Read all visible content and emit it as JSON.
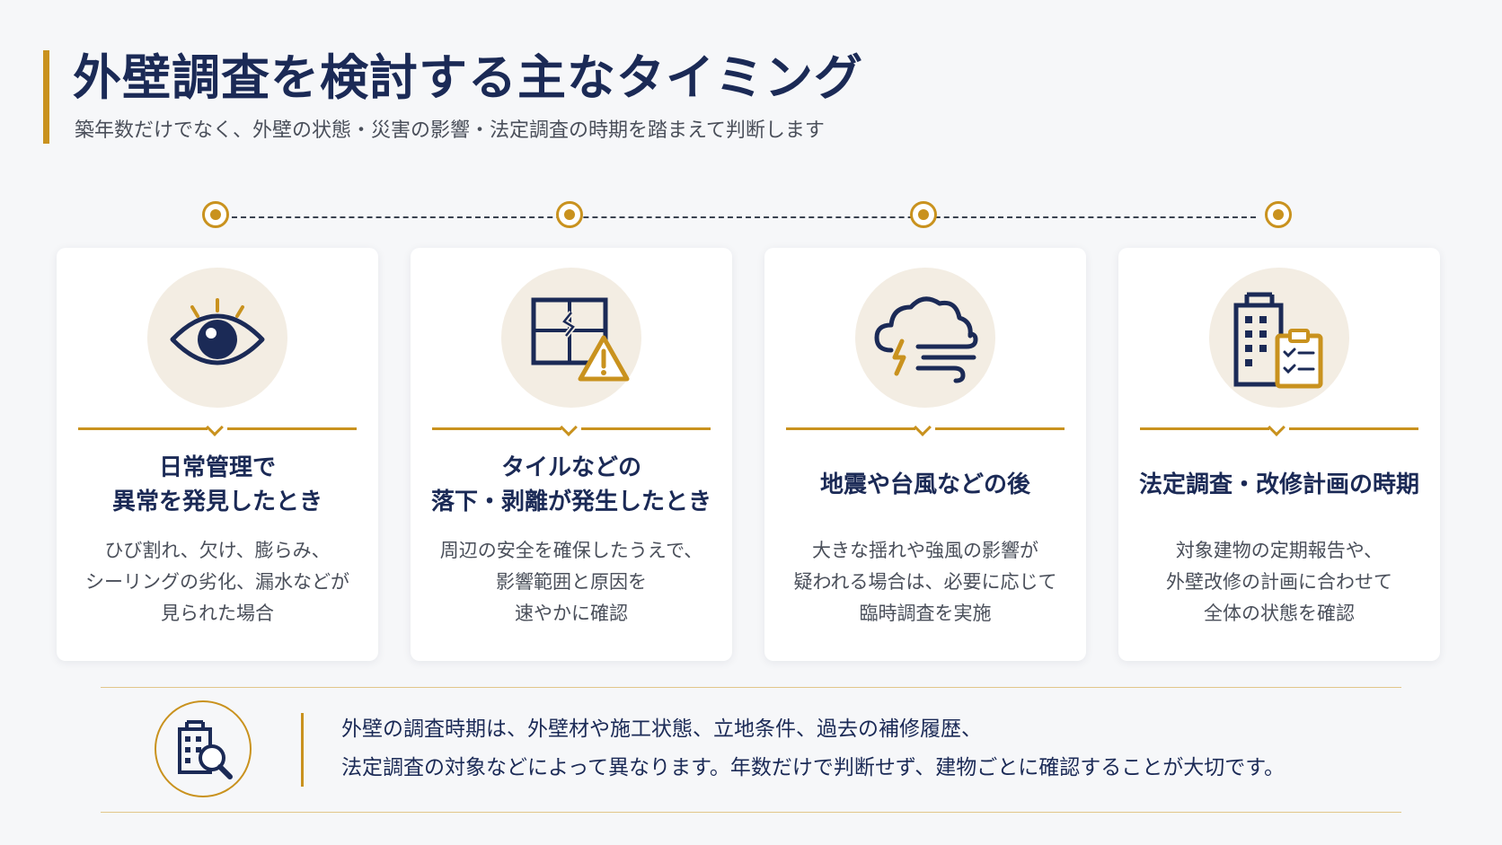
{
  "header": {
    "title": "外壁調査を検討する主なタイミング",
    "subtitle": "築年数だけでなく、外壁の状態・災害の影響・法定調査の時期を踏まえて判断します"
  },
  "cards": [
    {
      "icon": "eye-icon",
      "title_lines": [
        "日常管理で",
        "異常を発見したとき"
      ],
      "desc_lines": [
        "ひび割れ、欠け、膨らみ、",
        "シーリングの劣化、漏水などが",
        "見られた場合"
      ]
    },
    {
      "icon": "cracked-tile-warning-icon",
      "title_lines": [
        "タイルなどの",
        "落下・剥離が発生したとき"
      ],
      "desc_lines": [
        "周辺の安全を確保したうえで、",
        "影響範囲と原因を",
        "速やかに確認"
      ]
    },
    {
      "icon": "storm-cloud-icon",
      "title_lines": [
        "地震や台風などの後"
      ],
      "desc_lines": [
        "大きな揺れや強風の影響が",
        "疑われる場合は、必要に応じて",
        "臨時調査を実施"
      ]
    },
    {
      "icon": "building-checklist-icon",
      "title_lines": [
        "法定調査・改修計画の時期"
      ],
      "desc_lines": [
        "対象建物の定期報告や、",
        "外壁改修の計画に合わせて",
        "全体の状態を確認"
      ]
    }
  ],
  "note": {
    "icon": "building-search-icon",
    "lines": [
      "外壁の調査時期は、外壁材や施工状態、立地条件、過去の補修履歴、",
      "法定調査の対象などによって異なります。年数だけで判断せず、建物ごとに確認することが大切です。"
    ]
  },
  "colors": {
    "navy": "#1b2a56",
    "gold": "#c9921e",
    "icon_bg": "#f3ede3",
    "background": "#f6f7f9"
  }
}
